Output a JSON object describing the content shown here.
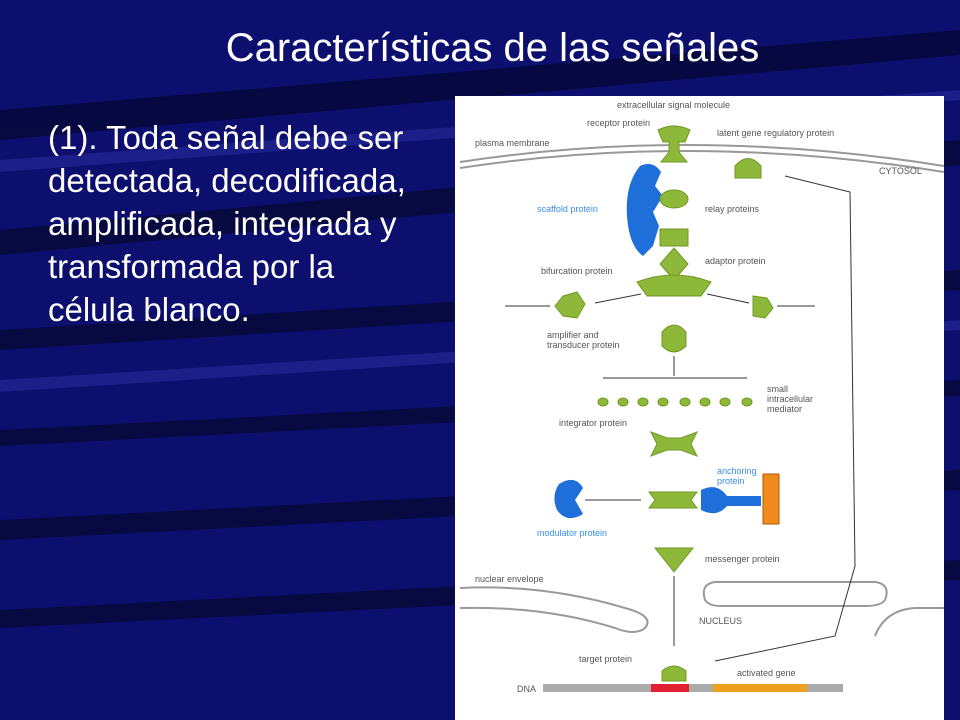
{
  "slide": {
    "title": "Características de las señales",
    "body": "(1). Toda señal debe ser detectada, decodificada, amplificada, integrada y transformada por la célula blanco."
  },
  "diagram": {
    "labels": {
      "extracellular_signal_molecule": "extracellular signal molecule",
      "receptor_protein": "receptor protein",
      "latent_gene_regulatory_protein": "latent gene regulatory protein",
      "plasma_membrane": "plasma membrane",
      "cytosol": "CYTOSOL",
      "scaffold_protein": "scaffold protein",
      "relay_proteins": "relay proteins",
      "adaptor_protein": "adaptor protein",
      "bifurcation_protein": "bifurcation protein",
      "amplifier_1": "amplifier and",
      "amplifier_2": "transducer protein",
      "small_mediator_1": "small",
      "small_mediator_2": "intracellular",
      "small_mediator_3": "mediator",
      "integrator_protein": "integrator protein",
      "anchoring_1": "anchoring",
      "anchoring_2": "protein",
      "modulator_protein": "modulator protein",
      "messenger_protein": "messenger protein",
      "nuclear_envelope": "nuclear envelope",
      "nucleus": "NUCLEUS",
      "target_protein": "target protein",
      "activated_gene": "activated gene",
      "dna": "DNA"
    },
    "colors": {
      "protein_green": "#8db83a",
      "scaffold_blue": "#1e6fd9",
      "signal_red": "#e01010",
      "anchor_orange": "#f08a1c",
      "gene_red": "#e02030",
      "gene_orange": "#f0a020"
    }
  }
}
